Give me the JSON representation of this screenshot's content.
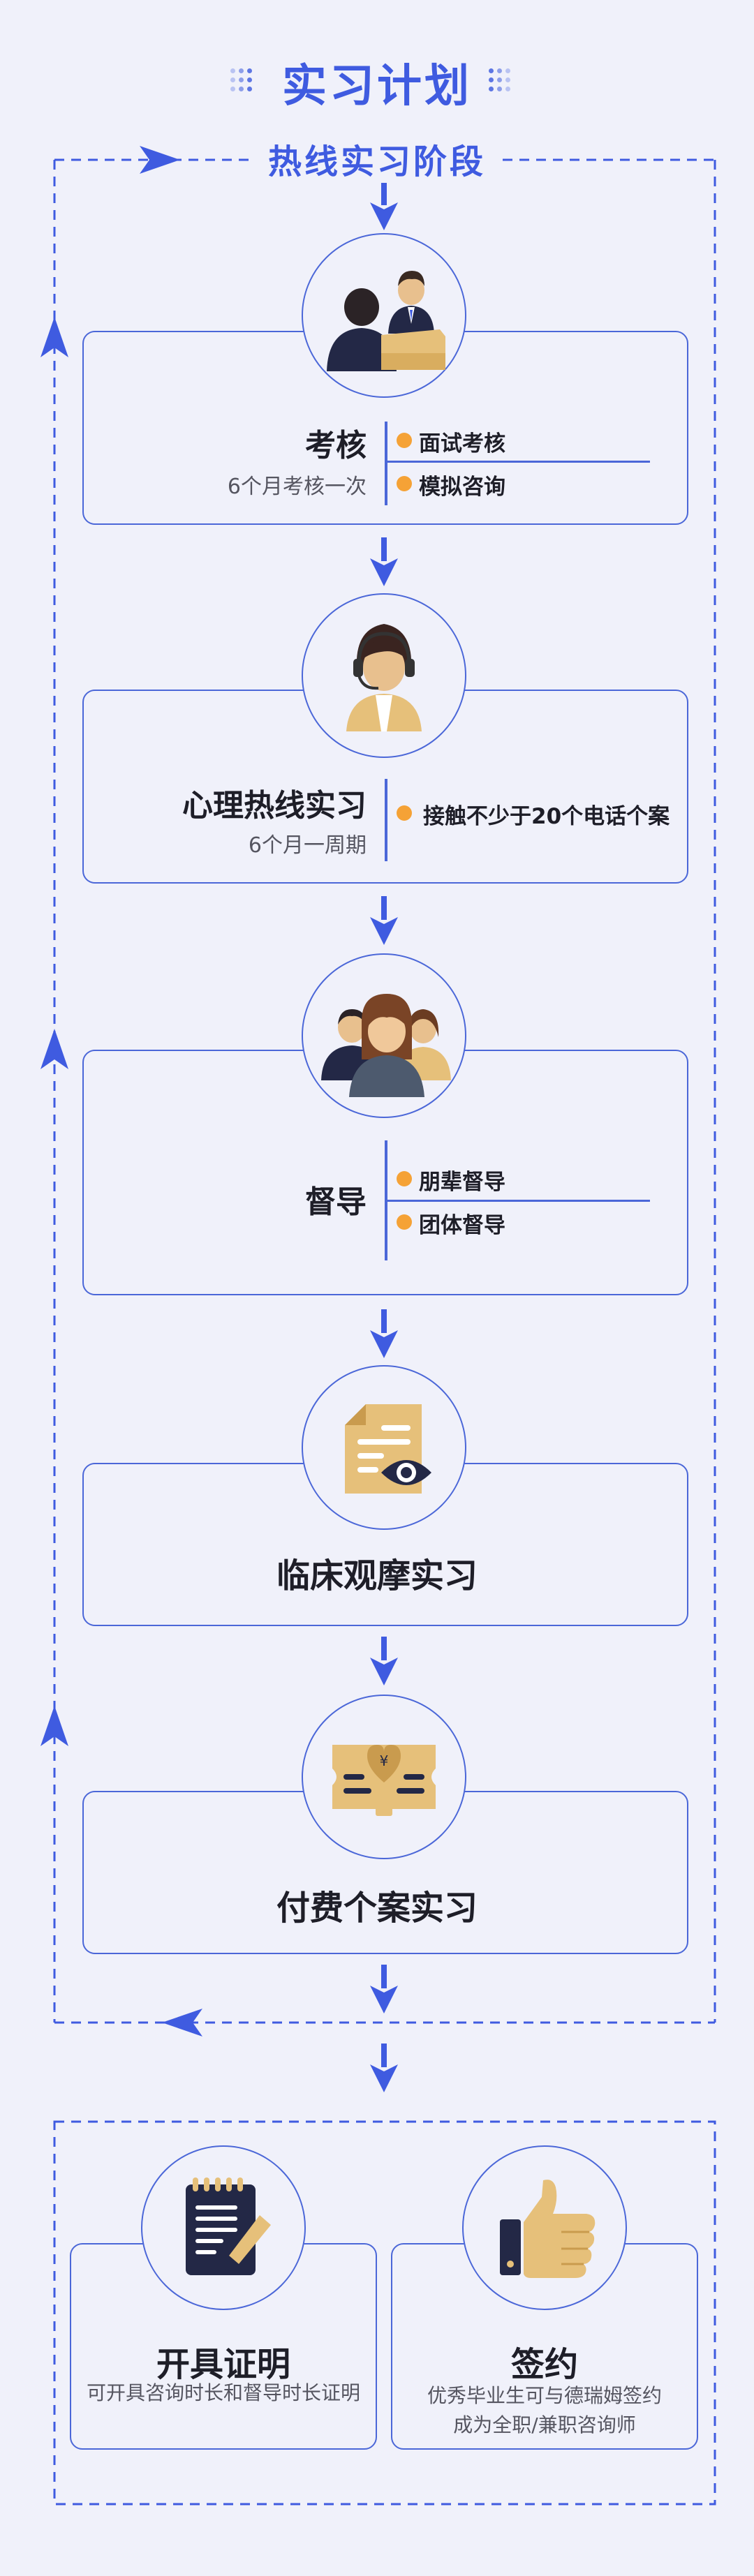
{
  "page": {
    "title": "实习计划",
    "stage_title": "热线实习阶段"
  },
  "stages": [
    {
      "name": "考核",
      "sub": "6个月考核一次",
      "bullets": [
        "面试考核",
        "模拟咨询"
      ],
      "icon": "interview-icon"
    },
    {
      "name": "心理热线实习",
      "sub": "6个月一周期",
      "bullets": [
        "接触不少于20个电话个案"
      ],
      "icon": "headset-operator-icon"
    },
    {
      "name": "督导",
      "sub": "",
      "bullets": [
        "朋辈督导",
        "团体督导"
      ],
      "icon": "group-people-icon"
    },
    {
      "name": "临床观摩实习",
      "icon": "document-eye-icon"
    },
    {
      "name": "付费个案实习",
      "icon": "money-envelope-icon"
    }
  ],
  "results": [
    {
      "title": "开具证明",
      "desc": "可开具咨询时长和督导时长证明",
      "icon": "notepad-pen-icon"
    },
    {
      "title": "签约",
      "desc_line1": "优秀毕业生可与德瑞姆签约",
      "desc_line2": "成为全职/兼职咨询师",
      "icon": "thumbs-up-icon"
    }
  ],
  "colors": {
    "accent": "#3f5be0",
    "border": "#4b67d8",
    "bullet": "#f5a236",
    "background": "#f0f1fa",
    "icon_gold": "#e6c07a",
    "icon_navy": "#232846"
  }
}
